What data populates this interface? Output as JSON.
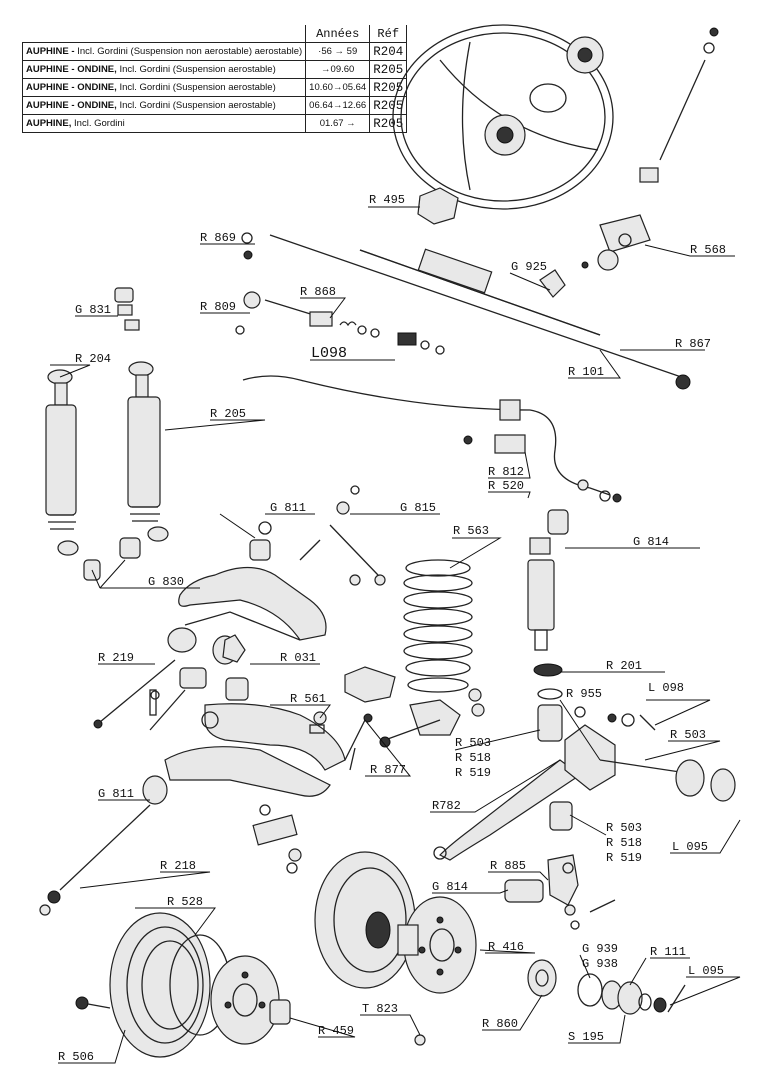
{
  "table": {
    "header_years": "Années",
    "header_ref": "Réf",
    "rows": [
      {
        "model_bold": "AUPHINE -",
        "model_rest": "Incl. Gordini (Suspension non aerostable) aerostable)",
        "years": "·56 →   59",
        "ref": "R204"
      },
      {
        "model_bold": "AUPHINE - ONDINE,",
        "model_rest": "Incl. Gordini (Suspension aerostable)",
        "years": "→09.60",
        "ref": "R205"
      },
      {
        "model_bold": "AUPHINE - ONDINE,",
        "model_rest": "Incl. Gordini (Suspension aerostable)",
        "years": "10.60→05.64",
        "ref": "R205"
      },
      {
        "model_bold": "AUPHINE - ONDINE,",
        "model_rest": "Incl. Gordini (Suspension aerostable)",
        "years": "06.64→12.66",
        "ref": "R205"
      },
      {
        "model_bold": "AUPHINE,",
        "model_rest": "Incl. Gordini",
        "years": "01.67 →",
        "ref": "R205"
      }
    ]
  },
  "callouts": {
    "r495": "R 495",
    "r568": "R 568",
    "r869": "R 869",
    "g925": "G 925",
    "r868": "R 868",
    "g831": "G 831",
    "r809": "R 809",
    "l098a": "L098",
    "r867": "R 867",
    "r101": "R 101",
    "r204": "R 204",
    "r205": "R 205",
    "r812": "R 812",
    "r520": "R 520",
    "g811a": "G 811",
    "g815": "G 815",
    "r563": "R 563",
    "g814a": "G 814",
    "g830": "G 830",
    "r219": "R 219",
    "r031": "R 031",
    "r201": "R 201",
    "r955": "R 955",
    "l098b": "L 098",
    "r561": "R 561",
    "r503a": "R 503",
    "r503b": "R 503",
    "r518a": "R 518",
    "r519a": "R 519",
    "r877": "R 877",
    "g811b": "G 811",
    "r782": "R782",
    "r503c": "R 503",
    "r518b": "R 518",
    "r519b": "R 519",
    "l095a": "L 095",
    "r218": "R 218",
    "r885": "R 885",
    "g814b": "G 814",
    "r528": "R 528",
    "r416": "R 416",
    "g939": "G 939",
    "g938": "G 938",
    "r111": "R 111",
    "l095b": "L 095",
    "r860": "R 860",
    "t823": "T 823",
    "r459": "R 459",
    "s195": "S 195",
    "r506": "R 506"
  }
}
